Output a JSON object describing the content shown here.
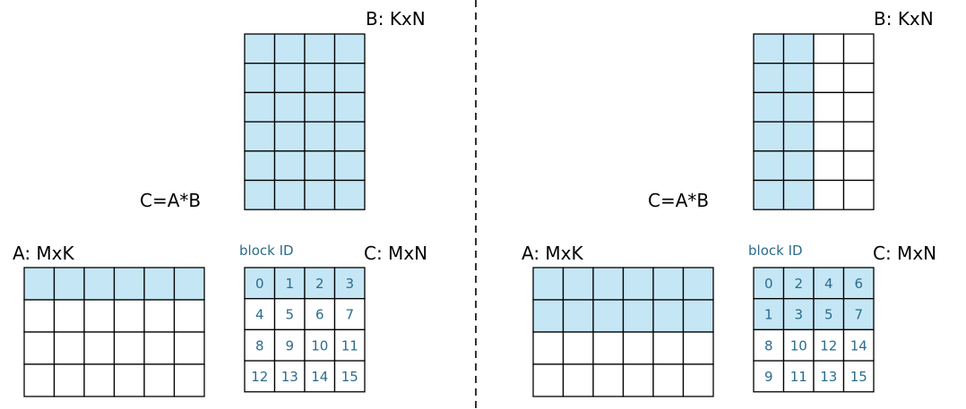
{
  "colors": {
    "highlight": "#c5e6f5",
    "grid_line": "#000000",
    "block_id_text": "#2b6c8e",
    "label_text": "#000000"
  },
  "divider": {
    "style": "dashed"
  },
  "panels": [
    {
      "b_label": "B: KxN",
      "equation": "C=A*B",
      "a_label": "A: MxK",
      "block_id_label": "block ID",
      "c_label": "C: MxN",
      "b_highlight_cols": [
        0,
        1,
        2,
        3
      ],
      "a_highlight_rows": [
        0
      ],
      "c_highlight_rows": [
        0
      ],
      "c_ids": [
        [
          "0",
          "1",
          "2",
          "3"
        ],
        [
          "4",
          "5",
          "6",
          "7"
        ],
        [
          "8",
          "9",
          "10",
          "11"
        ],
        [
          "12",
          "13",
          "14",
          "15"
        ]
      ]
    },
    {
      "b_label": "B: KxN",
      "equation": "C=A*B",
      "a_label": "A: MxK",
      "block_id_label": "block ID",
      "c_label": "C: MxN",
      "b_highlight_cols": [
        0,
        1
      ],
      "a_highlight_rows": [
        0,
        1
      ],
      "c_highlight_rows": [
        0,
        1
      ],
      "c_ids": [
        [
          "0",
          "2",
          "4",
          "6"
        ],
        [
          "1",
          "3",
          "5",
          "7"
        ],
        [
          "8",
          "10",
          "12",
          "14"
        ],
        [
          "9",
          "11",
          "13",
          "15"
        ]
      ]
    }
  ]
}
